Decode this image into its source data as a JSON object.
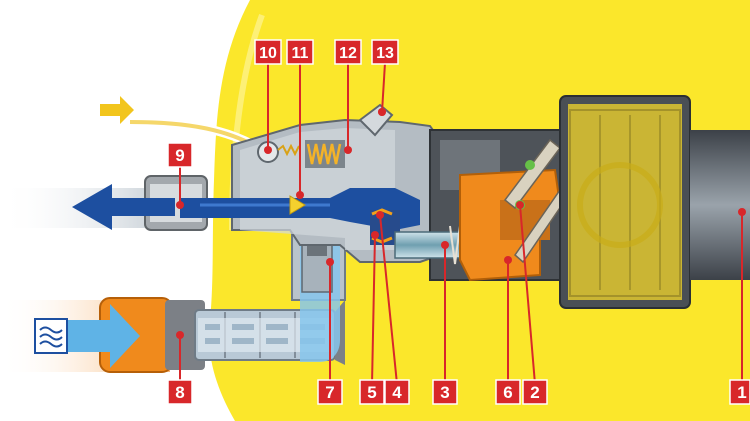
{
  "labels": [
    {
      "id": "1",
      "text": "1"
    },
    {
      "id": "2",
      "text": "2"
    },
    {
      "id": "3",
      "text": "3"
    },
    {
      "id": "4",
      "text": "4"
    },
    {
      "id": "5",
      "text": "5"
    },
    {
      "id": "6",
      "text": "6"
    },
    {
      "id": "7",
      "text": "7"
    },
    {
      "id": "8",
      "text": "8"
    },
    {
      "id": "9",
      "text": "9"
    },
    {
      "id": "10",
      "text": "10"
    },
    {
      "id": "11",
      "text": "11"
    },
    {
      "id": "12",
      "text": "12"
    },
    {
      "id": "13",
      "text": "13"
    }
  ],
  "icons": {
    "water_inlet": "water-wave-icon",
    "outlet_arrow": "outlet-arrow-icon",
    "detergent_arrow": "detergent-arrow-icon"
  },
  "colors": {
    "body": "#fbe72b",
    "badge": "#d8272a",
    "outlet": "#1d4fa0",
    "water": "#7cc3ec",
    "detergent": "#f2c51d",
    "orange": "#f08a1c",
    "housing": "#8c8f93"
  }
}
